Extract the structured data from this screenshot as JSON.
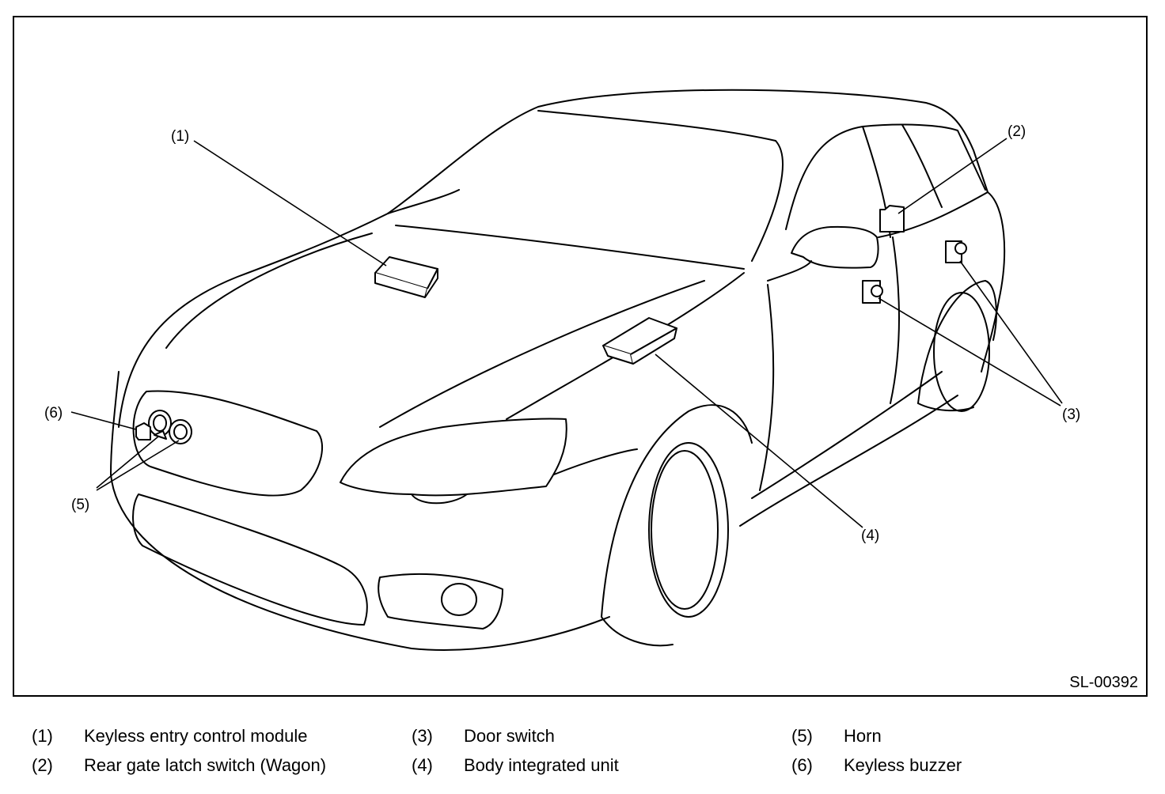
{
  "diagram": {
    "code": "SL-00392",
    "callouts": {
      "c1": "(1)",
      "c2": "(2)",
      "c3": "(3)",
      "c4": "(4)",
      "c5": "(5)",
      "c6": "(6)"
    }
  },
  "legend": [
    {
      "num": "(1)",
      "label": "Keyless entry control module"
    },
    {
      "num": "(2)",
      "label": "Rear gate latch switch (Wagon)"
    },
    {
      "num": "(3)",
      "label": "Door switch"
    },
    {
      "num": "(4)",
      "label": "Body integrated unit"
    },
    {
      "num": "(5)",
      "label": "Horn"
    },
    {
      "num": "(6)",
      "label": "Keyless buzzer"
    }
  ]
}
